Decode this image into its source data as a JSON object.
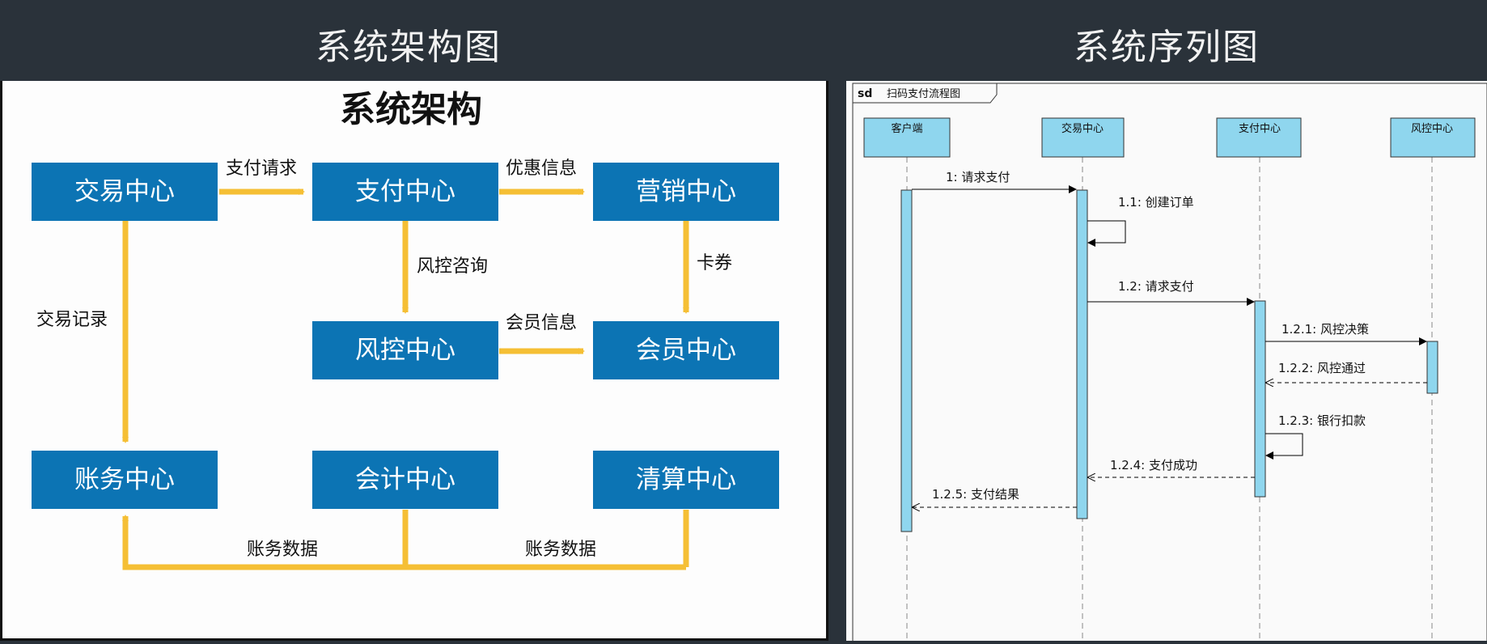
{
  "headings": {
    "left": "系统架构图",
    "right": "系统序列图"
  },
  "architecture": {
    "title": "系统架构",
    "nodes": {
      "trade": "交易中心",
      "payment": "支付中心",
      "marketing": "营销中心",
      "risk": "风控中心",
      "member": "会员中心",
      "ledger": "账务中心",
      "accounting": "会计中心",
      "clearing": "清算中心"
    },
    "edges": {
      "trade_payment": "支付请求",
      "payment_marketing": "优惠信息",
      "payment_risk": "风控咨询",
      "marketing_member": "卡券",
      "risk_member": "会员信息",
      "trade_ledger": "交易记录",
      "accounting_ledger": "账务数据",
      "clearing_ledger": "账务数据"
    },
    "colors": {
      "node": "#0c74b4",
      "arrow": "#f5bf35"
    }
  },
  "sequence": {
    "frame_tag": "sd",
    "frame_title": "扫码支付流程图",
    "lifelines": [
      "客户端",
      "交易中心",
      "支付中心",
      "风控中心"
    ],
    "messages": [
      "1: 请求支付",
      "1.1: 创建订单",
      "1.2: 请求支付",
      "1.2.1: 风控决策",
      "1.2.2: 风控通过",
      "1.2.3: 银行扣款",
      "1.2.4: 支付成功",
      "1.2.5: 支付结果"
    ],
    "colors": {
      "lifeline_box": "#8fd6ee",
      "activation": "#8fd6ee"
    }
  }
}
